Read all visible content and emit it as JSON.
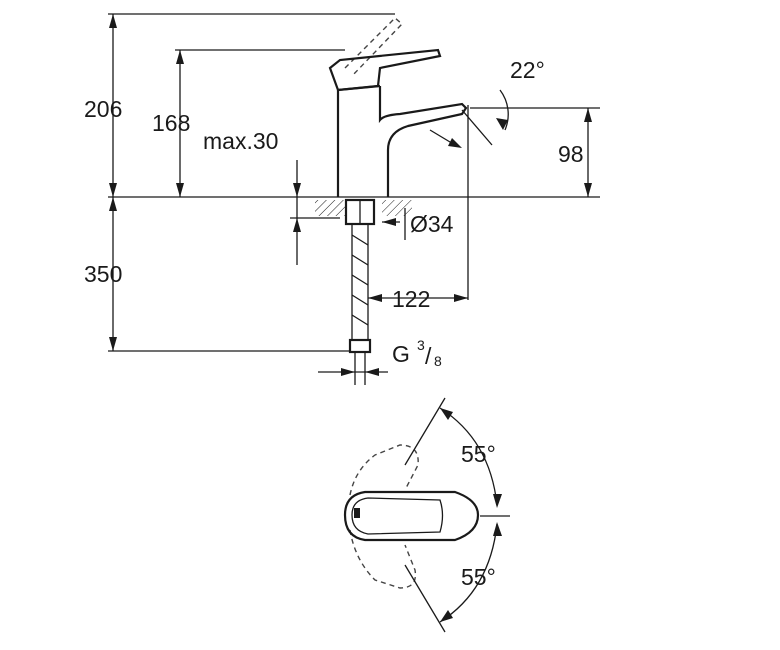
{
  "dimensions": {
    "total_height": "206",
    "spout_height": "168",
    "max_thickness": "max.30",
    "spout_angle": "22°",
    "outlet_height": "98",
    "hole_diameter": "Ø34",
    "below_deck": "350",
    "reach": "122",
    "thread_prefix": "G",
    "thread_num": "3",
    "thread_den": "8",
    "rotation_top": "55°",
    "rotation_bottom": "55°"
  }
}
